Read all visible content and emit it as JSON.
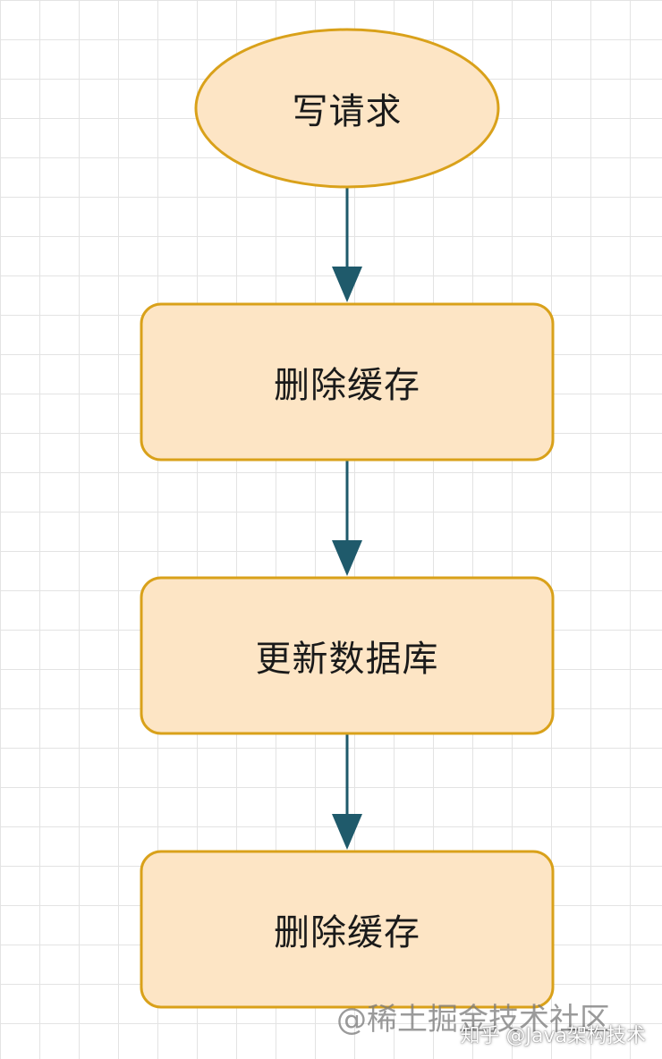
{
  "diagram": {
    "nodes": [
      {
        "id": "write-request",
        "label": "写请求",
        "shape": "ellipse"
      },
      {
        "id": "delete-cache-1",
        "label": "删除缓存",
        "shape": "rounded-rect"
      },
      {
        "id": "update-database",
        "label": "更新数据库",
        "shape": "rounded-rect"
      },
      {
        "id": "delete-cache-2",
        "label": "删除缓存",
        "shape": "rounded-rect"
      }
    ],
    "edges": [
      {
        "from": "write-request",
        "to": "delete-cache-1"
      },
      {
        "from": "delete-cache-1",
        "to": "update-database"
      },
      {
        "from": "update-database",
        "to": "delete-cache-2"
      }
    ]
  },
  "colors": {
    "node_fill": "#fde5c5",
    "node_stroke": "#d9a11a",
    "arrow": "#1f5a6b",
    "grid": "#e3e3e3",
    "background": "#ffffff"
  },
  "watermark": {
    "main": "@稀土掘金技术社区",
    "sub": "知乎 @Java架构技术"
  }
}
